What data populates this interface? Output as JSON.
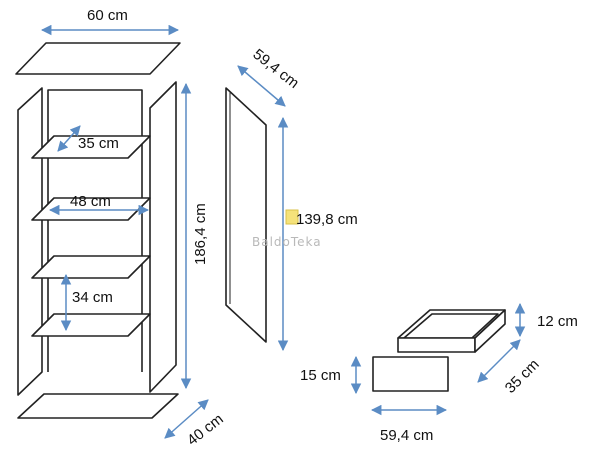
{
  "dimensions": {
    "top_width": "60 cm",
    "side_depth": "59,4 cm",
    "shelf_1": "35 cm",
    "shelf_2": "48 cm",
    "shelf_3": "34 cm",
    "cabinet_height": "186,4 cm",
    "door_height": "139,8 cm",
    "base_depth": "40 cm",
    "drawer_height": "12 cm",
    "drawer_depth": "35 cm",
    "drawer_front_height": "15 cm",
    "drawer_front_width": "59,4 cm"
  },
  "watermark": {
    "text": "BaldoTeka",
    "logo": "baldoteka-logo-icon"
  },
  "colors": {
    "panel_stroke": "#222222",
    "dimension_arrow": "#5b8cc4",
    "background": "#ffffff"
  }
}
